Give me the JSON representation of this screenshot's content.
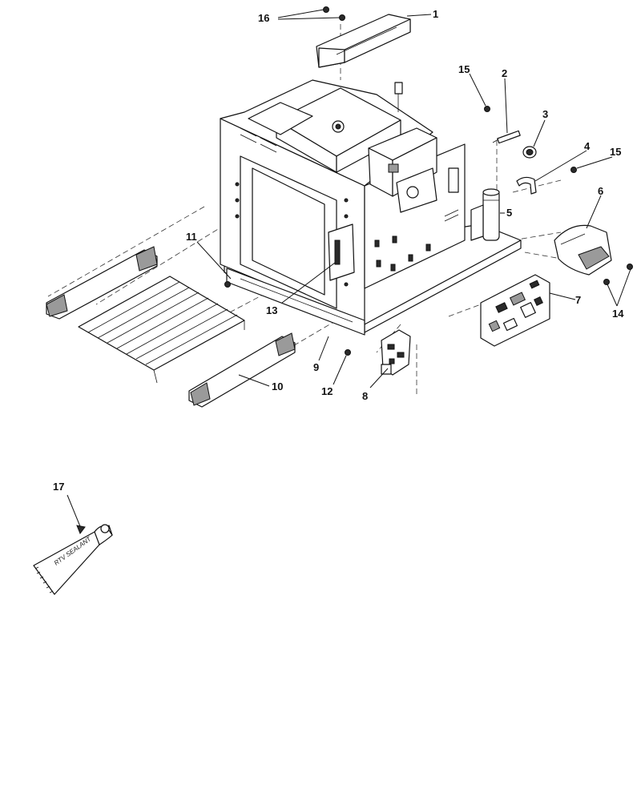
{
  "callouts": [
    {
      "id": "1",
      "label": "1"
    },
    {
      "id": "2",
      "label": "2"
    },
    {
      "id": "3",
      "label": "3"
    },
    {
      "id": "4",
      "label": "4"
    },
    {
      "id": "5",
      "label": "5"
    },
    {
      "id": "6",
      "label": "6"
    },
    {
      "id": "7",
      "label": "7"
    },
    {
      "id": "8",
      "label": "8"
    },
    {
      "id": "9",
      "label": "9"
    },
    {
      "id": "10",
      "label": "10"
    },
    {
      "id": "11",
      "label": "11"
    },
    {
      "id": "12",
      "label": "12"
    },
    {
      "id": "13",
      "label": "13"
    },
    {
      "id": "14",
      "label": "14"
    },
    {
      "id": "15a",
      "label": "15"
    },
    {
      "id": "15b",
      "label": "15"
    },
    {
      "id": "16",
      "label": "16"
    },
    {
      "id": "17",
      "label": "17"
    }
  ],
  "sealant_tube": {
    "print": "RTV SEALANT"
  }
}
